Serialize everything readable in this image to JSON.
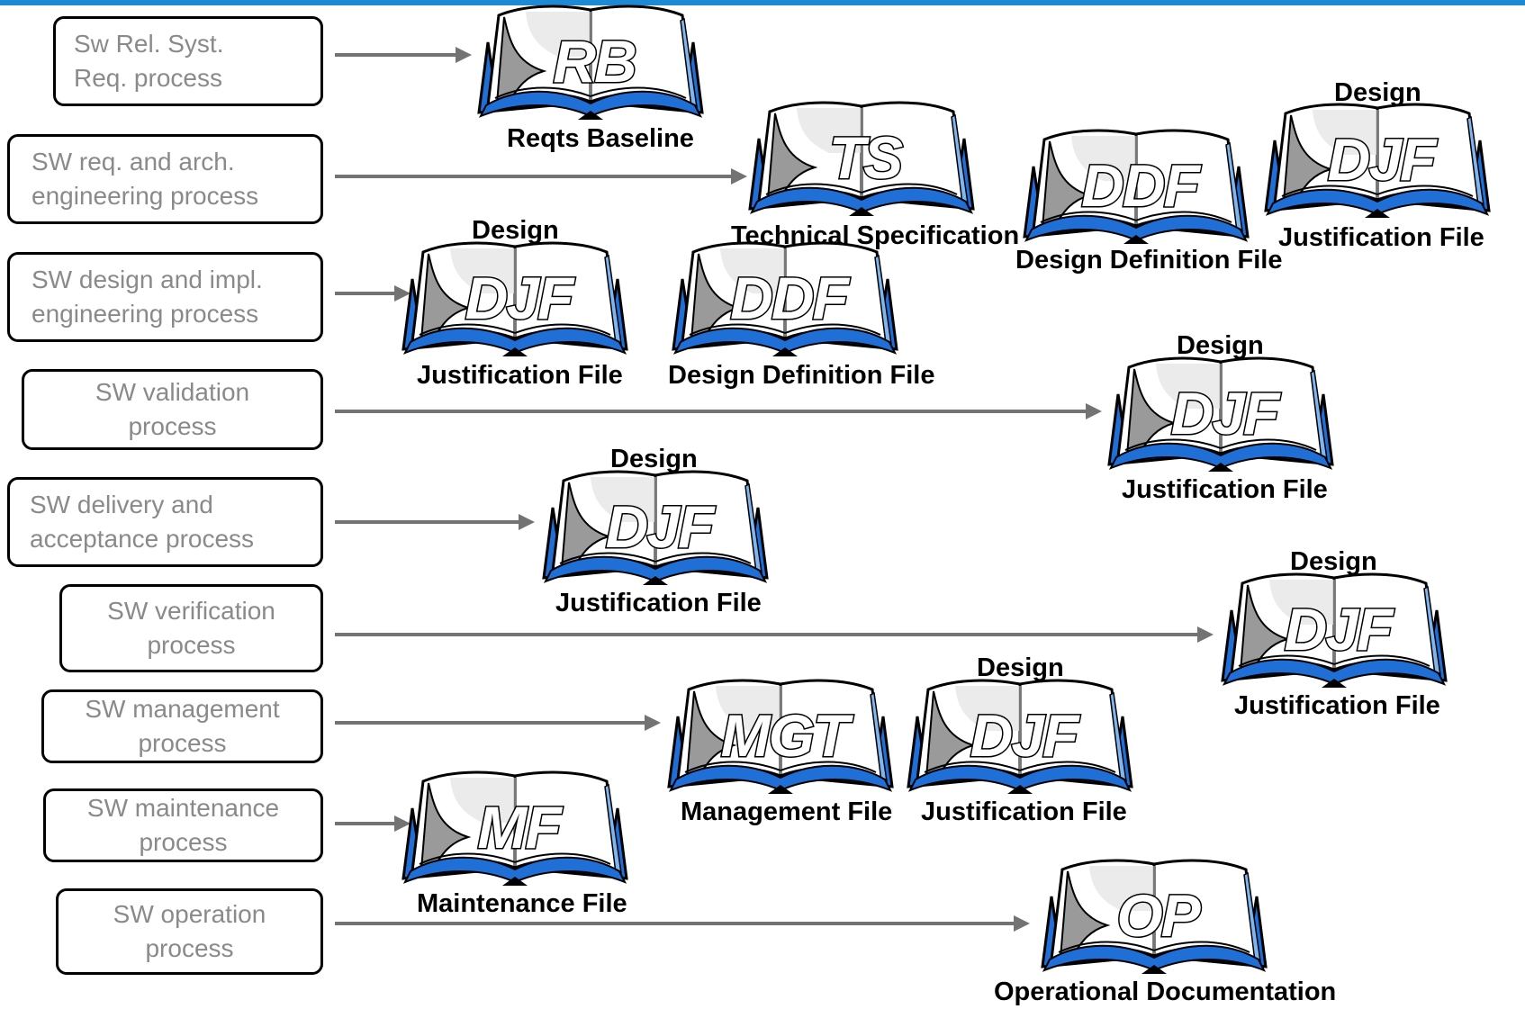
{
  "processes": [
    {
      "id": "p1",
      "lines": [
        "Sw Rel. Syst.",
        "Req. process"
      ]
    },
    {
      "id": "p2",
      "lines": [
        "SW req. and arch.",
        "engineering  process"
      ]
    },
    {
      "id": "p3",
      "lines": [
        "SW design and impl.",
        "engineering process"
      ]
    },
    {
      "id": "p4",
      "lines": [
        "SW validation",
        "process"
      ]
    },
    {
      "id": "p5",
      "lines": [
        "SW delivery and",
        "acceptance process"
      ]
    },
    {
      "id": "p6",
      "lines": [
        "SW verification",
        "process"
      ]
    },
    {
      "id": "p7",
      "lines": [
        "SW management",
        "process"
      ]
    },
    {
      "id": "p8",
      "lines": [
        "SW maintenance",
        "process"
      ]
    },
    {
      "id": "p9",
      "lines": [
        "SW operation",
        "process"
      ]
    }
  ],
  "books": {
    "rb": {
      "abbr": "RB",
      "label": "Reqts Baseline"
    },
    "ts": {
      "abbr": "TS",
      "label": "Technical Specification"
    },
    "ddf1": {
      "abbr": "DDF",
      "label": "Design Definition File"
    },
    "djf1": {
      "abbr": "DJF",
      "top": "Design",
      "label": "Justification File"
    },
    "djf2": {
      "abbr": "DJF",
      "top": "Design",
      "label": "Justification File"
    },
    "ddf2": {
      "abbr": "DDF",
      "label": "Design Definition File"
    },
    "djf3": {
      "abbr": "DJF",
      "top": "Design",
      "label": "Justification File"
    },
    "djf4": {
      "abbr": "DJF",
      "top": "Design",
      "label": "Justification File"
    },
    "djf5": {
      "abbr": "DJF",
      "top": "Design",
      "label": "Justification File"
    },
    "mgt": {
      "abbr": "MGT",
      "label": "Management File"
    },
    "djf6": {
      "abbr": "DJF",
      "top": "Design",
      "label": "Justification File"
    },
    "mf": {
      "abbr": "MF",
      "label": "Maintenance File"
    },
    "op": {
      "abbr": "OP",
      "label": "Operational Documentation"
    }
  },
  "colors": {
    "accent": "#1e8ad6",
    "book_blue": "#1f6fd6",
    "arrow": "#737373",
    "process_text": "#8a8a8a"
  }
}
